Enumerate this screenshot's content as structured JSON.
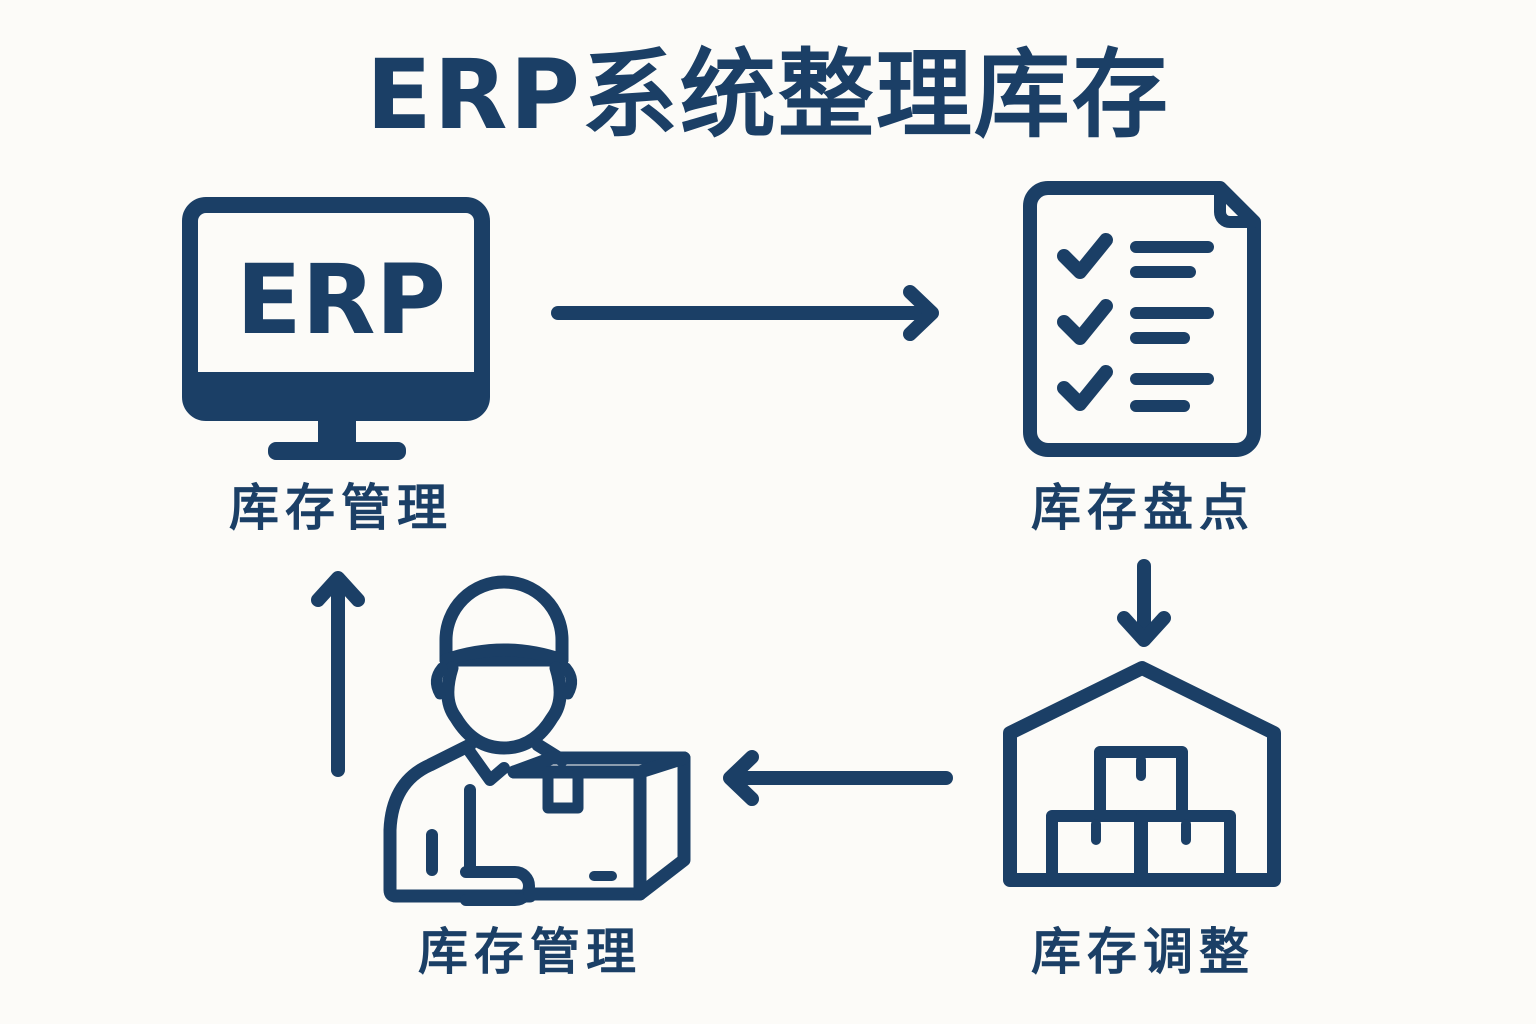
{
  "title": "ERP系统整理库存",
  "monitor_text": "ERP",
  "steps": [
    {
      "label": "库存管理",
      "icon": "monitor-icon"
    },
    {
      "label": "库存盘点",
      "icon": "checklist-icon"
    },
    {
      "label": "库存调整",
      "icon": "warehouse-icon"
    },
    {
      "label": "库存管理",
      "icon": "worker-icon"
    }
  ],
  "colors": {
    "ink": "#1b3f66",
    "background": "#fcfbf8"
  }
}
